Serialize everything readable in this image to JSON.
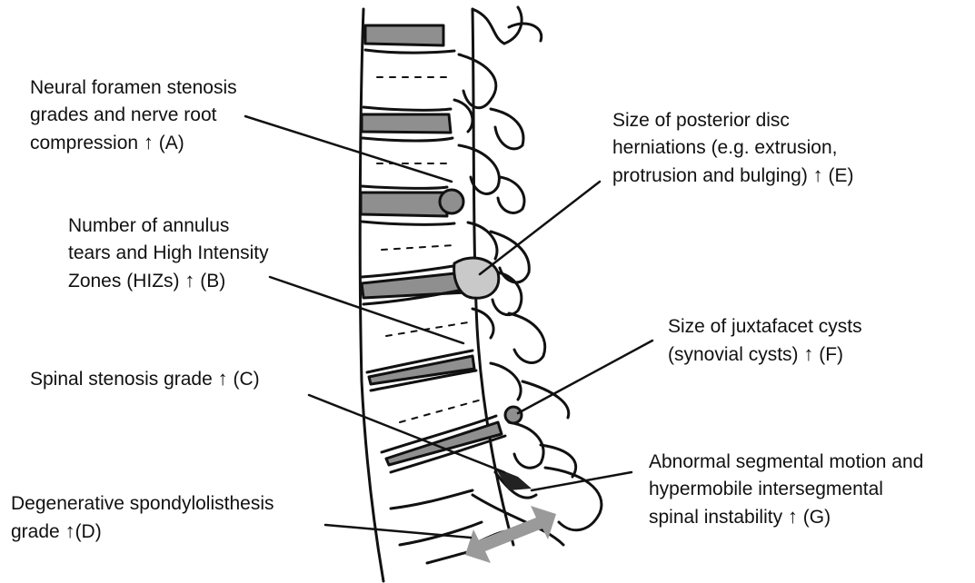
{
  "labels": {
    "a": {
      "line1": "Neural foramen stenosis",
      "line2": "grades and nerve root",
      "line3": "compression",
      "suffix": "(A)"
    },
    "b": {
      "line1": "Number of annulus",
      "line2": "tears and High Intensity",
      "line3": "Zones (HIZs)",
      "suffix": "(B)"
    },
    "c": {
      "line1": "Spinal stenosis grade",
      "suffix": "(C)"
    },
    "d": {
      "line1": "Degenerative spondylolisthesis",
      "line2": "grade",
      "suffix": "(D)"
    },
    "e": {
      "line1": "Size of posterior disc",
      "line2": "herniations (e.g. extrusion,",
      "line3": "protrusion and bulging)",
      "suffix": "(E)"
    },
    "f": {
      "line1": "Size of juxtafacet cysts",
      "line2": "(synovial cysts)",
      "suffix": "(F)"
    },
    "g": {
      "line1": "Abnormal segmental motion and",
      "line2": "hypermobile intersegmental",
      "line3": "spinal instability",
      "suffix": "(G)"
    }
  },
  "arrow_glyph": "↑",
  "colors": {
    "disc_fill": "#8f8f8f",
    "highlight_fill": "#c9c9c9",
    "motion_arrow": "#9a9a9a",
    "ink": "#111111"
  }
}
